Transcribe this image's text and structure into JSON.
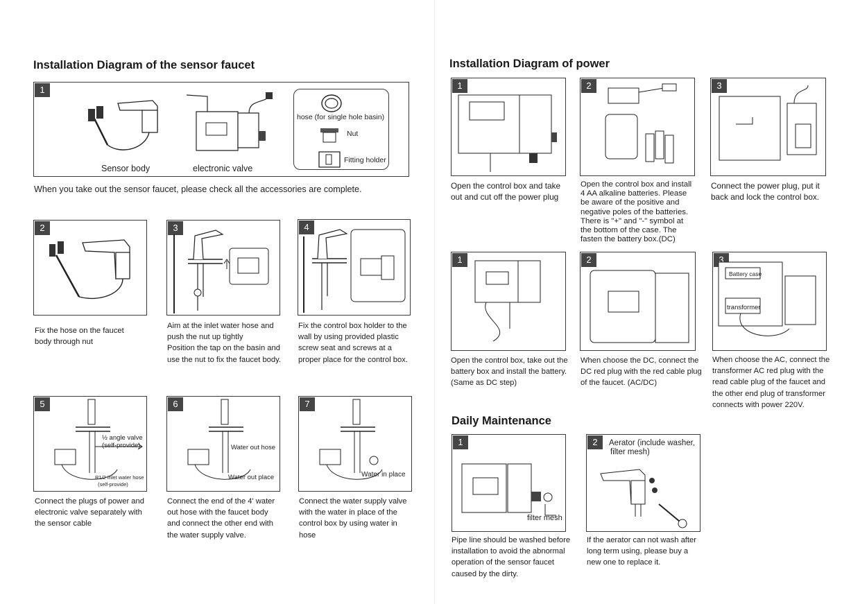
{
  "left": {
    "title": "Installation Diagram of the sensor faucet",
    "step1": {
      "num": "1",
      "sensor_body": "Sensor body",
      "electronic_valve": "electronic valve",
      "hose": "hose (for single hole basin)",
      "nut": "Nut",
      "fitting_holder": "Fitting holder"
    },
    "check_note": "When you take out the sensor faucet, please check all the accessories are complete.",
    "step2": {
      "num": "2",
      "lines": [
        "Fix the hose on the faucet",
        "body through nut"
      ]
    },
    "step3": {
      "num": "3",
      "lines": [
        "Aim at the inlet water hose and",
        "push the nut up tightly",
        "Position the tap on the basin and",
        "use the nut to fix the faucet body."
      ]
    },
    "step4": {
      "num": "4",
      "lines": [
        "Fix the control box holder to the",
        "wall by using provided plastic",
        "screw seat and screws at a",
        "proper place for the control box."
      ]
    },
    "step5": {
      "num": "5",
      "angle_valve": "½ angle valve",
      "self_provide": "(self-provide)",
      "inlet_hose": "R1/2 inlet water hose",
      "self_provide2": "(self-provide)",
      "lines": [
        "Connect the plugs of power and",
        "electronic valve separately with",
        "the sensor cable"
      ]
    },
    "step6": {
      "num": "6",
      "water_out_hose": "Water out hose",
      "water_out_place": "Water out place",
      "lines": [
        "Connect the end of the 4' water",
        "out hose with the faucet body",
        "and connect the other end with",
        "the water supply valve."
      ]
    },
    "step7": {
      "num": "7",
      "water_in_place": "Water in place",
      "lines": [
        "Connect the water supply valve",
        "with the water in place of the",
        "control box by using water in",
        "hose"
      ]
    }
  },
  "right": {
    "title": "Installation Diagram of power",
    "dc1": {
      "num": "1",
      "lines": [
        "Open the control box and take",
        "out and cut off the power plug"
      ]
    },
    "dc2": {
      "num": "2",
      "lines": [
        "Open the control box and install",
        "4 AA alkaline batteries. Please",
        "be aware of the positive and",
        "negative poles of the batteries.",
        "There is \"+\" and \"-\" symbol at",
        "the bottom of the case. The",
        "fasten the battery box.(DC)"
      ]
    },
    "dc3": {
      "num": "3",
      "lines": [
        "Connect the power plug, put it",
        "back and lock the control box."
      ]
    },
    "ac1": {
      "num": "1",
      "lines": [
        "Open the control box, take out the",
        "battery box and install the battery.",
        "(Same as DC step)"
      ]
    },
    "ac2": {
      "num": "2",
      "lines": [
        "When choose the DC, connect the",
        "DC red plug with the red cable plug",
        "of the faucet.     (AC/DC)"
      ]
    },
    "ac3": {
      "num": "3",
      "battery_case": "Battery case",
      "transformer": "transformer",
      "lines": [
        "When choose the AC, connect the",
        "transformer AC red plug with the",
        "read cable plug of the faucet and",
        "the other end plug of transformer",
        "connects with power 220V."
      ]
    },
    "maintenance_title": "Daily Maintenance",
    "m1": {
      "num": "1",
      "filter_mesh": "filter mesh",
      "lines": [
        "Pipe line should be washed before",
        "installation to avoid the abnormal",
        "operation of the sensor faucet",
        "caused by the dirty."
      ]
    },
    "m2": {
      "num": "2",
      "aerator_line1": "Aerator (include washer,",
      "aerator_line2": "filter mesh)",
      "lines": [
        "If the aerator can not wash after",
        "long term using, please buy a",
        "new one to replace it."
      ]
    }
  }
}
